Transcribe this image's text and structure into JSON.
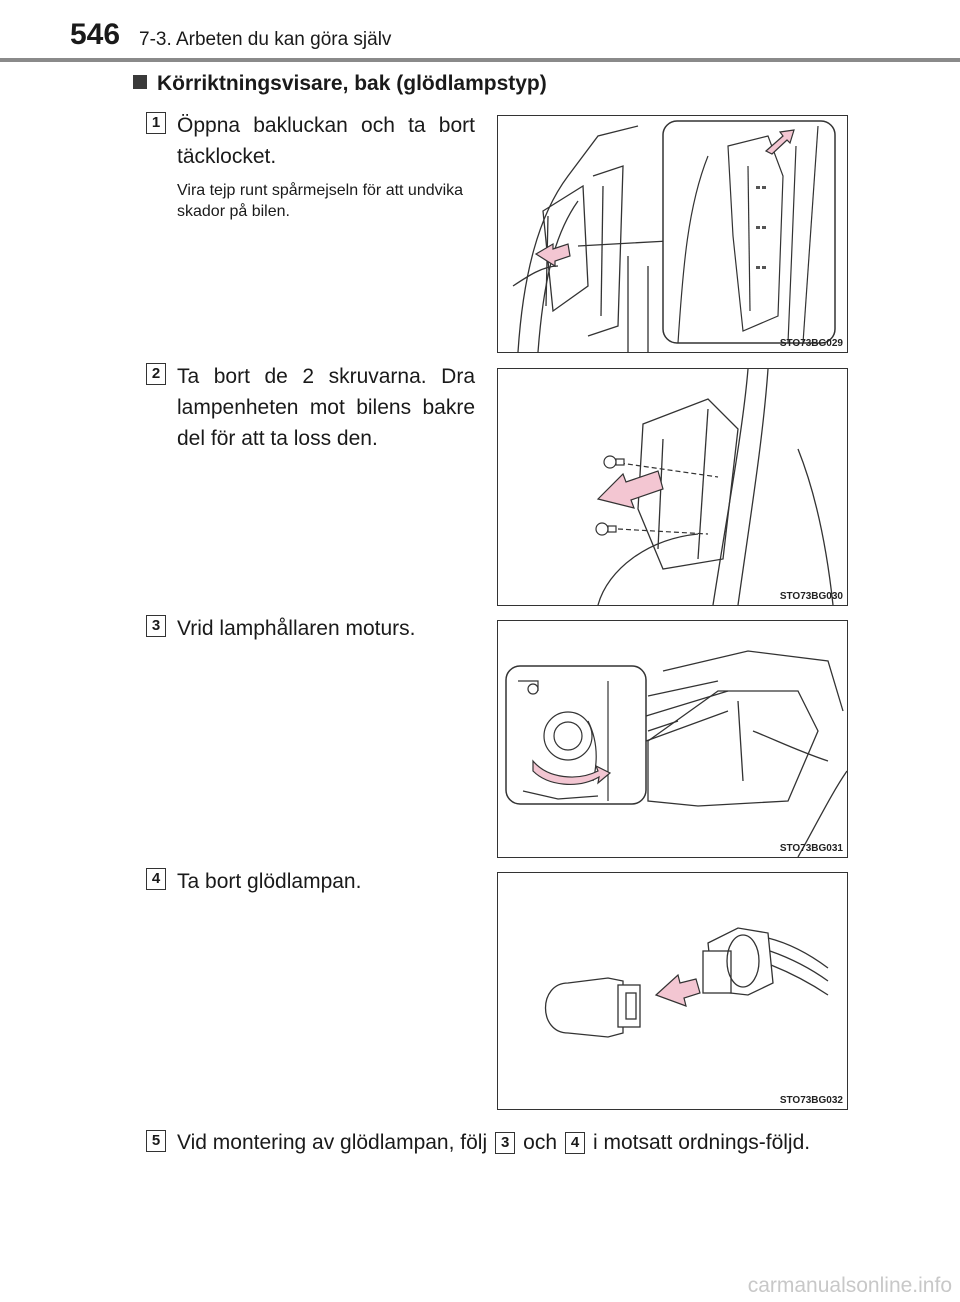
{
  "header": {
    "page_number": "546",
    "chapter": "7-3. Arbeten du kan göra själv"
  },
  "section": {
    "heading": "Körriktningsvisare, bak (glödlampstyp)"
  },
  "steps": [
    {
      "number": "1",
      "text": "Öppna bakluckan och ta bort täcklocket.",
      "note": "Vira tejp runt spårmejseln för att undvika skador på bilen.",
      "figure_code": "STO73BG029"
    },
    {
      "number": "2",
      "text": "Ta bort de 2 skruvarna. Dra lampenheten mot bilens bakre del för att ta loss den.",
      "figure_code": "STO73BG030"
    },
    {
      "number": "3",
      "text": "Vrid lamphållaren moturs.",
      "figure_code": "STO73BG031"
    },
    {
      "number": "4",
      "text": "Ta bort glödlampan.",
      "figure_code": "STO73BG032"
    },
    {
      "number": "5",
      "text_before": "Vid montering av glödlampan, följ",
      "ref_a": "3",
      "text_middle": "och",
      "ref_b": "4",
      "text_after": "i motsatt ordnings-följd."
    }
  ],
  "footer": {
    "watermark": "carmanualsonline.info"
  },
  "colors": {
    "arrow_fill": "#f3c6d2",
    "line": "#333333"
  }
}
